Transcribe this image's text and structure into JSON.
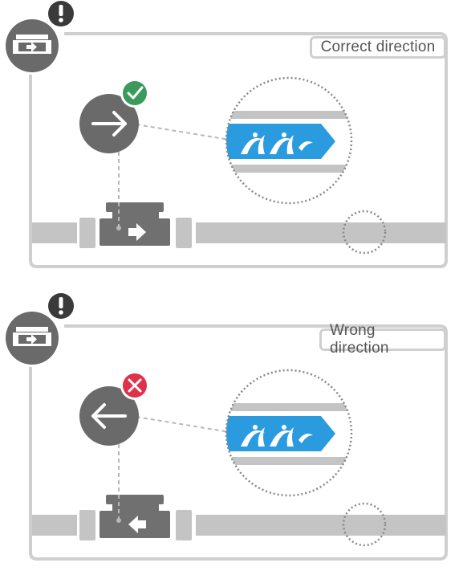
{
  "panels": [
    {
      "id": "correct",
      "label": "Correct direction",
      "status": "correct",
      "status_icon": "check-icon",
      "status_color": "#3a9a5b",
      "flow_direction": "right"
    },
    {
      "id": "wrong",
      "label": "Wrong direction",
      "status": "wrong",
      "status_icon": "cross-icon",
      "status_color": "#e0304a",
      "flow_direction": "left"
    }
  ],
  "colors": {
    "frame": "#cfcfcf",
    "pipe": "#c4c4c4",
    "meter": "#707070",
    "flow": "#2b9be0",
    "warning": "#3a3a3a"
  }
}
